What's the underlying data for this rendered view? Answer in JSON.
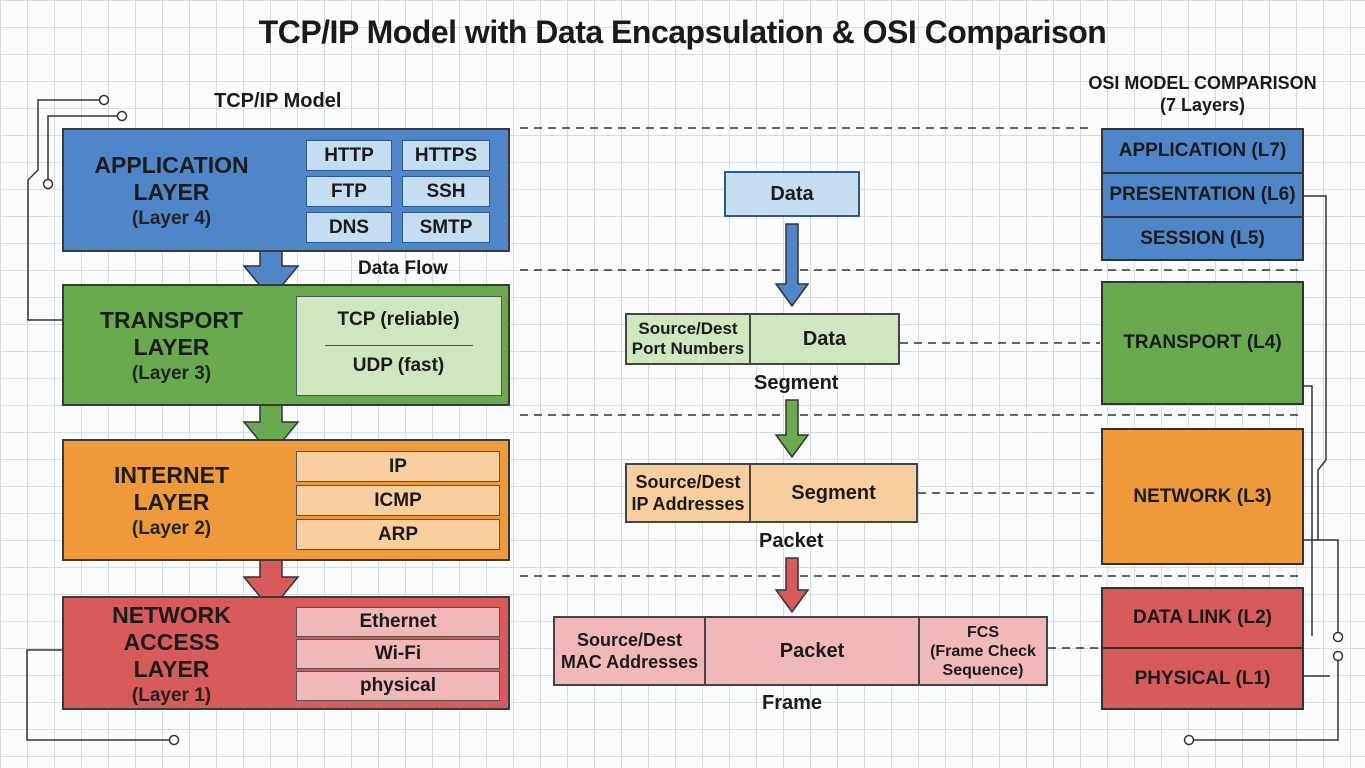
{
  "title": "TCP/IP Model with Data Encapsulation & OSI Comparison",
  "tcpip": {
    "heading": "TCP/IP Model",
    "data_flow_label": "Data Flow",
    "application": {
      "name_line1": "APPLICATION",
      "name_line2": "LAYER",
      "sub": "(Layer 4)",
      "protocols": [
        "HTTP",
        "HTTPS",
        "FTP",
        "SSH",
        "DNS",
        "SMTP"
      ]
    },
    "transport": {
      "name_line1": "TRANSPORT",
      "name_line2": "LAYER",
      "sub": "(Layer 3)",
      "protocols": [
        "TCP (reliable)",
        "UDP (fast)"
      ]
    },
    "internet": {
      "name_line1": "INTERNET",
      "name_line2": "LAYER",
      "sub": "(Layer 2)",
      "protocols": [
        "IP",
        "ICMP",
        "ARP"
      ]
    },
    "network_access": {
      "name_line1": "NETWORK ACCESS",
      "name_line2": "LAYER",
      "sub": "(Layer 1)",
      "protocols": [
        "Ethernet",
        "Wi-Fi",
        "physical"
      ]
    }
  },
  "encapsulation": {
    "data": "Data",
    "segment": {
      "header_line1": "Source/Dest",
      "header_line2": "Port Numbers",
      "payload": "Data",
      "label": "Segment"
    },
    "packet": {
      "header_line1": "Source/Dest",
      "header_line2": "IP Addresses",
      "payload": "Segment",
      "label": "Packet"
    },
    "frame": {
      "header_line1": "Source/Dest",
      "header_line2": "MAC Addresses",
      "payload": "Packet",
      "trailer_line1": "FCS",
      "trailer_line2": "(Frame Check",
      "trailer_line3": "Sequence)",
      "label": "Frame"
    }
  },
  "osi": {
    "heading_line1": "OSI MODEL COMPARISON",
    "heading_line2": "(7 Layers)",
    "layers": [
      "APPLICATION (L7)",
      "PRESENTATION (L6)",
      "SESSION (L5)",
      "TRANSPORT (L4)",
      "NETWORK (L3)",
      "DATA LINK (L2)",
      "PHYSICAL (L1)"
    ]
  },
  "colors": {
    "application": "#4f86c9",
    "transport": "#6aaa4f",
    "internet": "#ef9a3a",
    "network_access": "#d85b5b"
  },
  "icons": [
    "arrow-down-icon",
    "connector-dot-icon"
  ]
}
